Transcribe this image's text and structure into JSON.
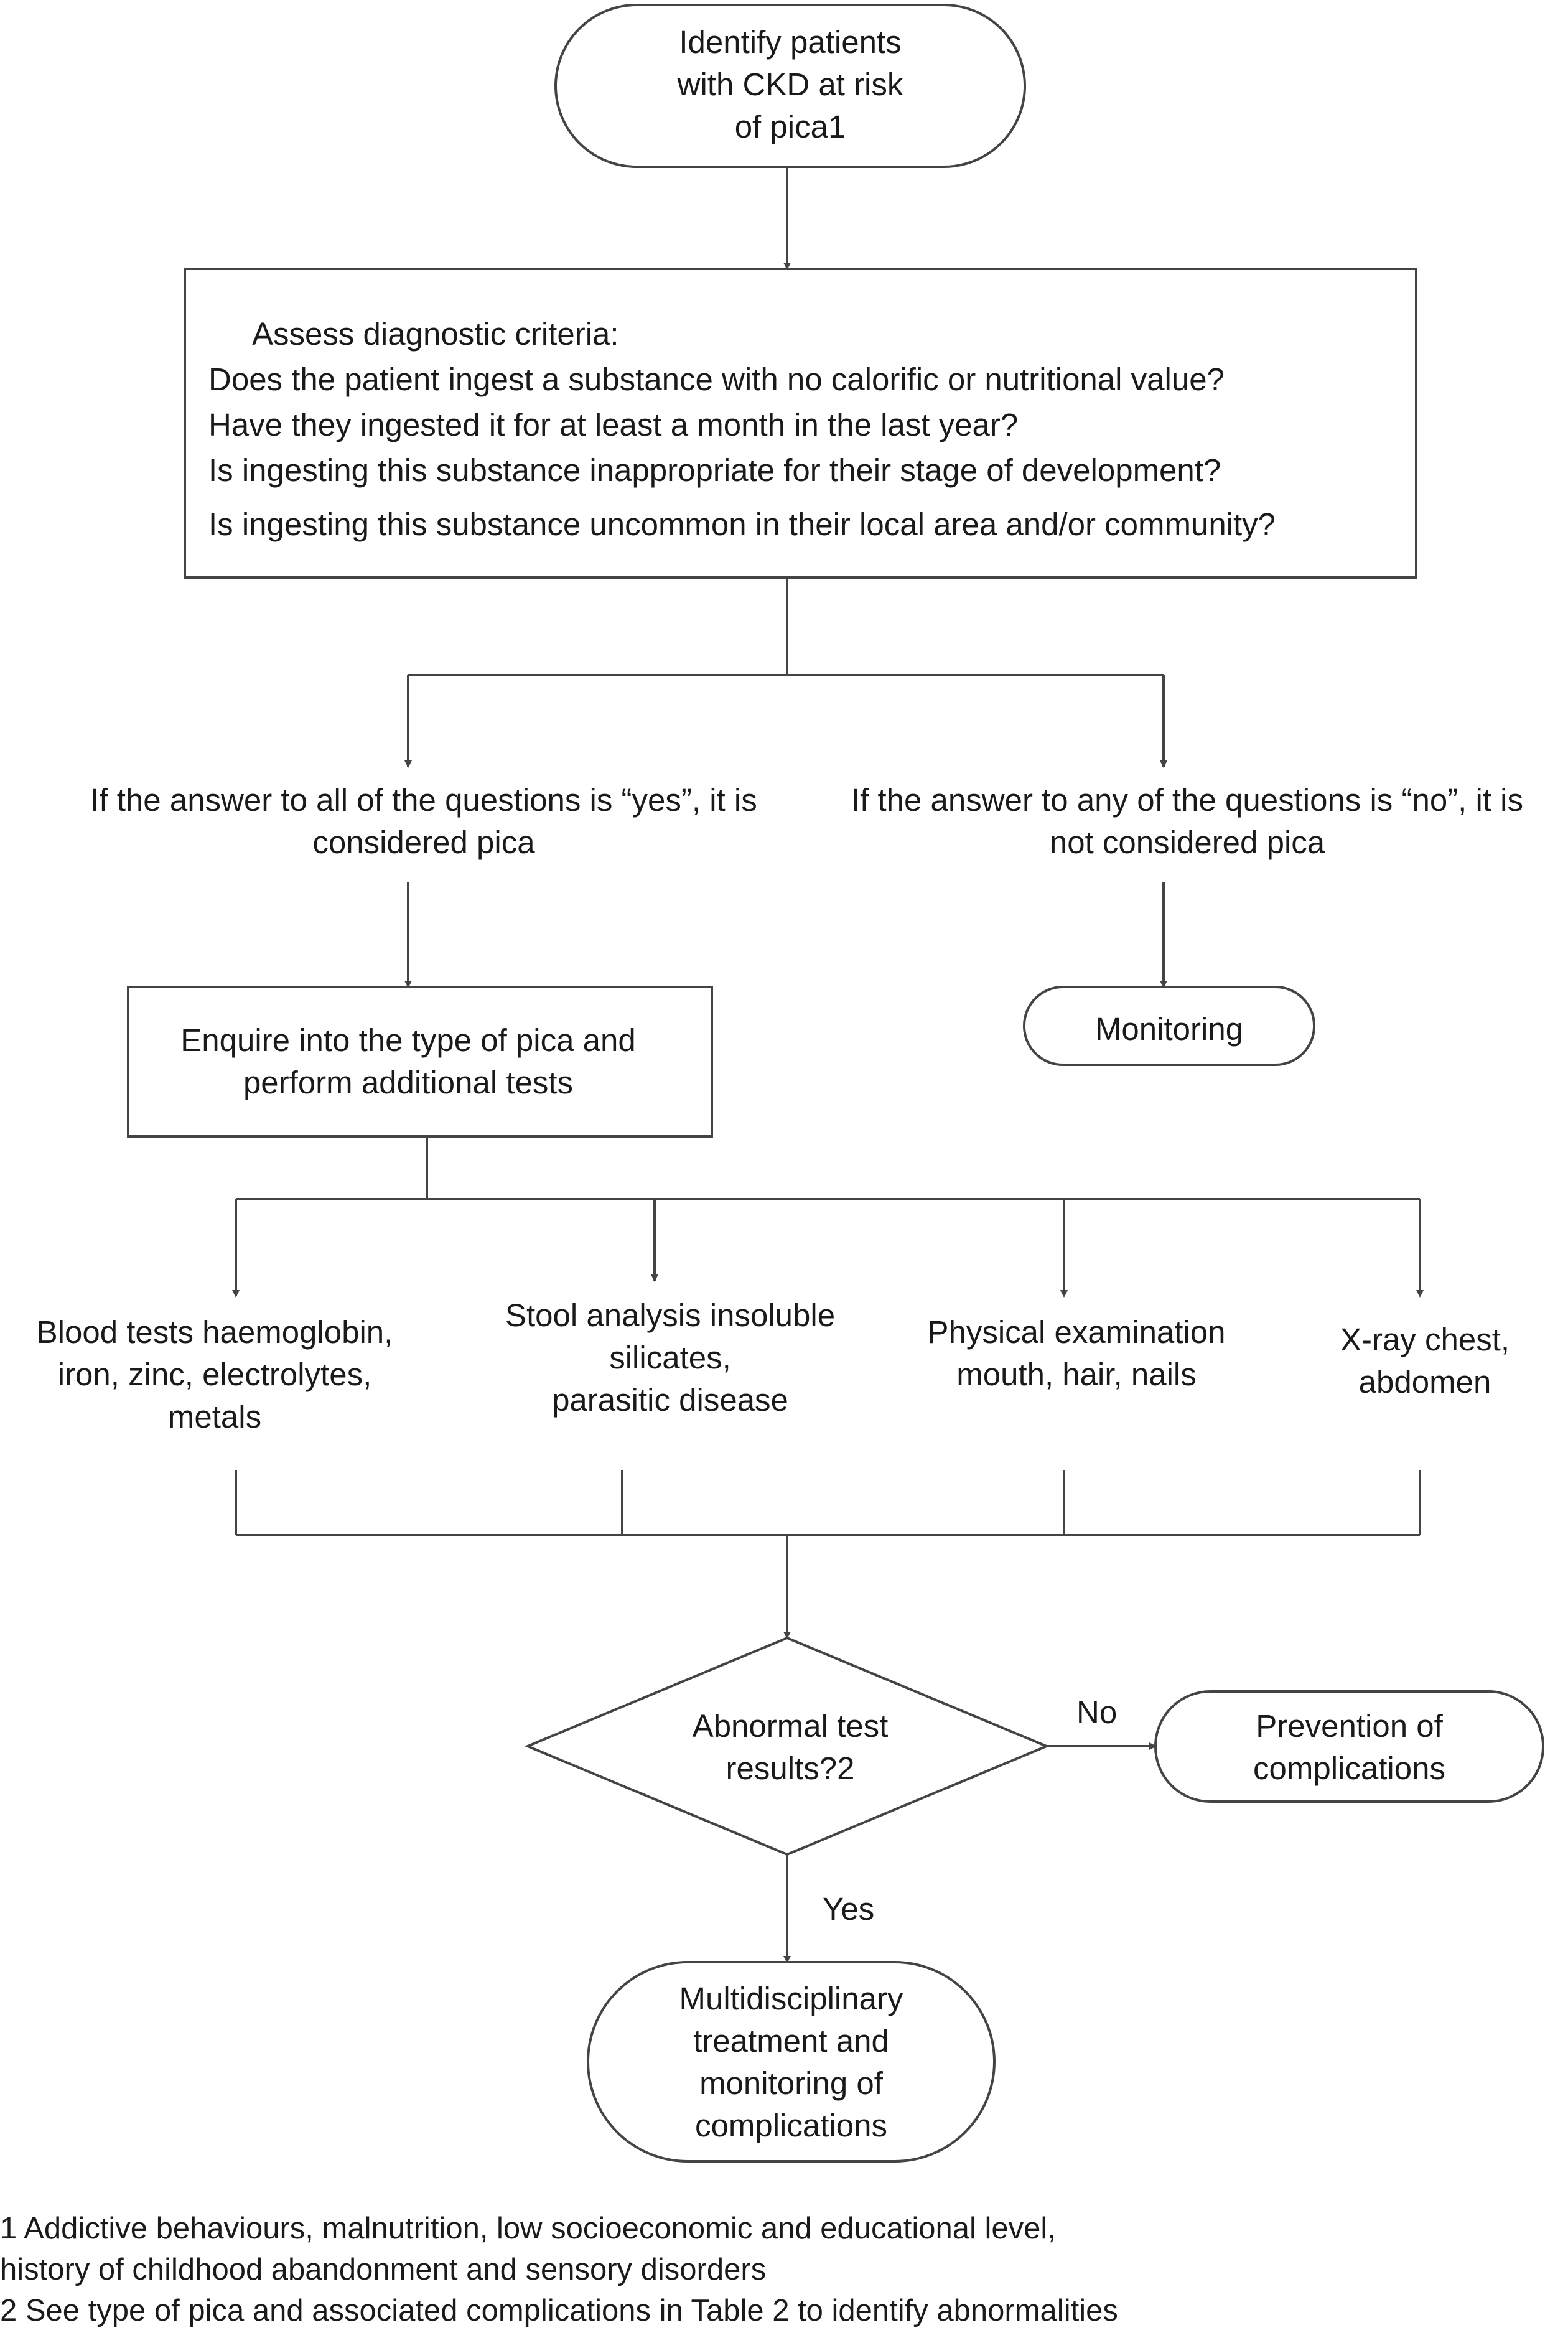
{
  "nodes": {
    "start": [
      "Identify patients",
      "with CKD at risk",
      "of pica1"
    ],
    "criteria": {
      "heading": "Assess diagnostic criteria:",
      "questions": [
        "Does the patient ingest a substance with no calorific or nutritional value?",
        "Have they ingested it for at least a month in the last year?",
        "Is ingesting this substance inappropriate for their stage of development?",
        "Is ingesting this substance uncommon in their local area and/or community?"
      ]
    },
    "yes_branch": [
      "If the answer to all of the questions is “yes”, it is",
      "considered pica"
    ],
    "no_branch": [
      "If the answer to any of the questions is “no”, it is",
      "not considered pica"
    ],
    "enquire": [
      "Enquire into the type of pica and",
      "perform additional tests"
    ],
    "monitoring": "Monitoring",
    "tests": [
      [
        "Blood tests haemoglobin,",
        "iron, zinc, electrolytes,",
        "metals"
      ],
      [
        "Stool analysis insoluble",
        "silicates,",
        "parasitic disease"
      ],
      [
        "Physical examination",
        "mouth, hair, nails"
      ],
      [
        "X-ray chest,",
        "abdomen"
      ]
    ],
    "decision": [
      "Abnormal test",
      "results?2"
    ],
    "prevention": [
      "Prevention of",
      "complications"
    ],
    "treatment": [
      "Multidisciplinary",
      "treatment and",
      "monitoring of",
      "complications"
    ]
  },
  "edge_labels": {
    "no": "No",
    "yes": "Yes"
  },
  "footnotes": [
    "1 Addictive behaviours, malnutrition, low socioeconomic and educational level,",
    "history of childhood abandonment and sensory disorders",
    "2 See type of pica and associated complications in Table 2 to identify abnormalities"
  ],
  "colors": {
    "line": "#444444",
    "text": "#1a1a1a"
  }
}
